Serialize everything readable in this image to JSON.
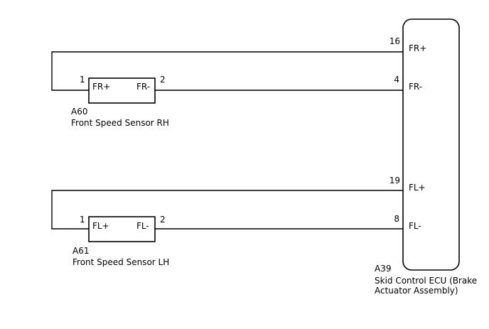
{
  "sensor_rh": {
    "code": "A60",
    "name": "Front Speed Sensor RH",
    "pin1": "1",
    "pin2": "2",
    "term1": "FR+",
    "term2": "FR-"
  },
  "sensor_lh": {
    "code": "A61",
    "name": "Front Speed Sensor LH",
    "pin1": "1",
    "pin2": "2",
    "term1": "FL+",
    "term2": "FL-"
  },
  "ecu": {
    "code": "A39",
    "name_line1": "Skid Control ECU (Brake",
    "name_line2": "Actuator Assembly)",
    "pins": [
      {
        "number": "16",
        "terminal": "FR+"
      },
      {
        "number": "4",
        "terminal": "FR-"
      },
      {
        "number": "19",
        "terminal": "FL+"
      },
      {
        "number": "8",
        "terminal": "FL-"
      }
    ]
  },
  "colors": {
    "line": "#000000",
    "background": "#ffffff"
  }
}
